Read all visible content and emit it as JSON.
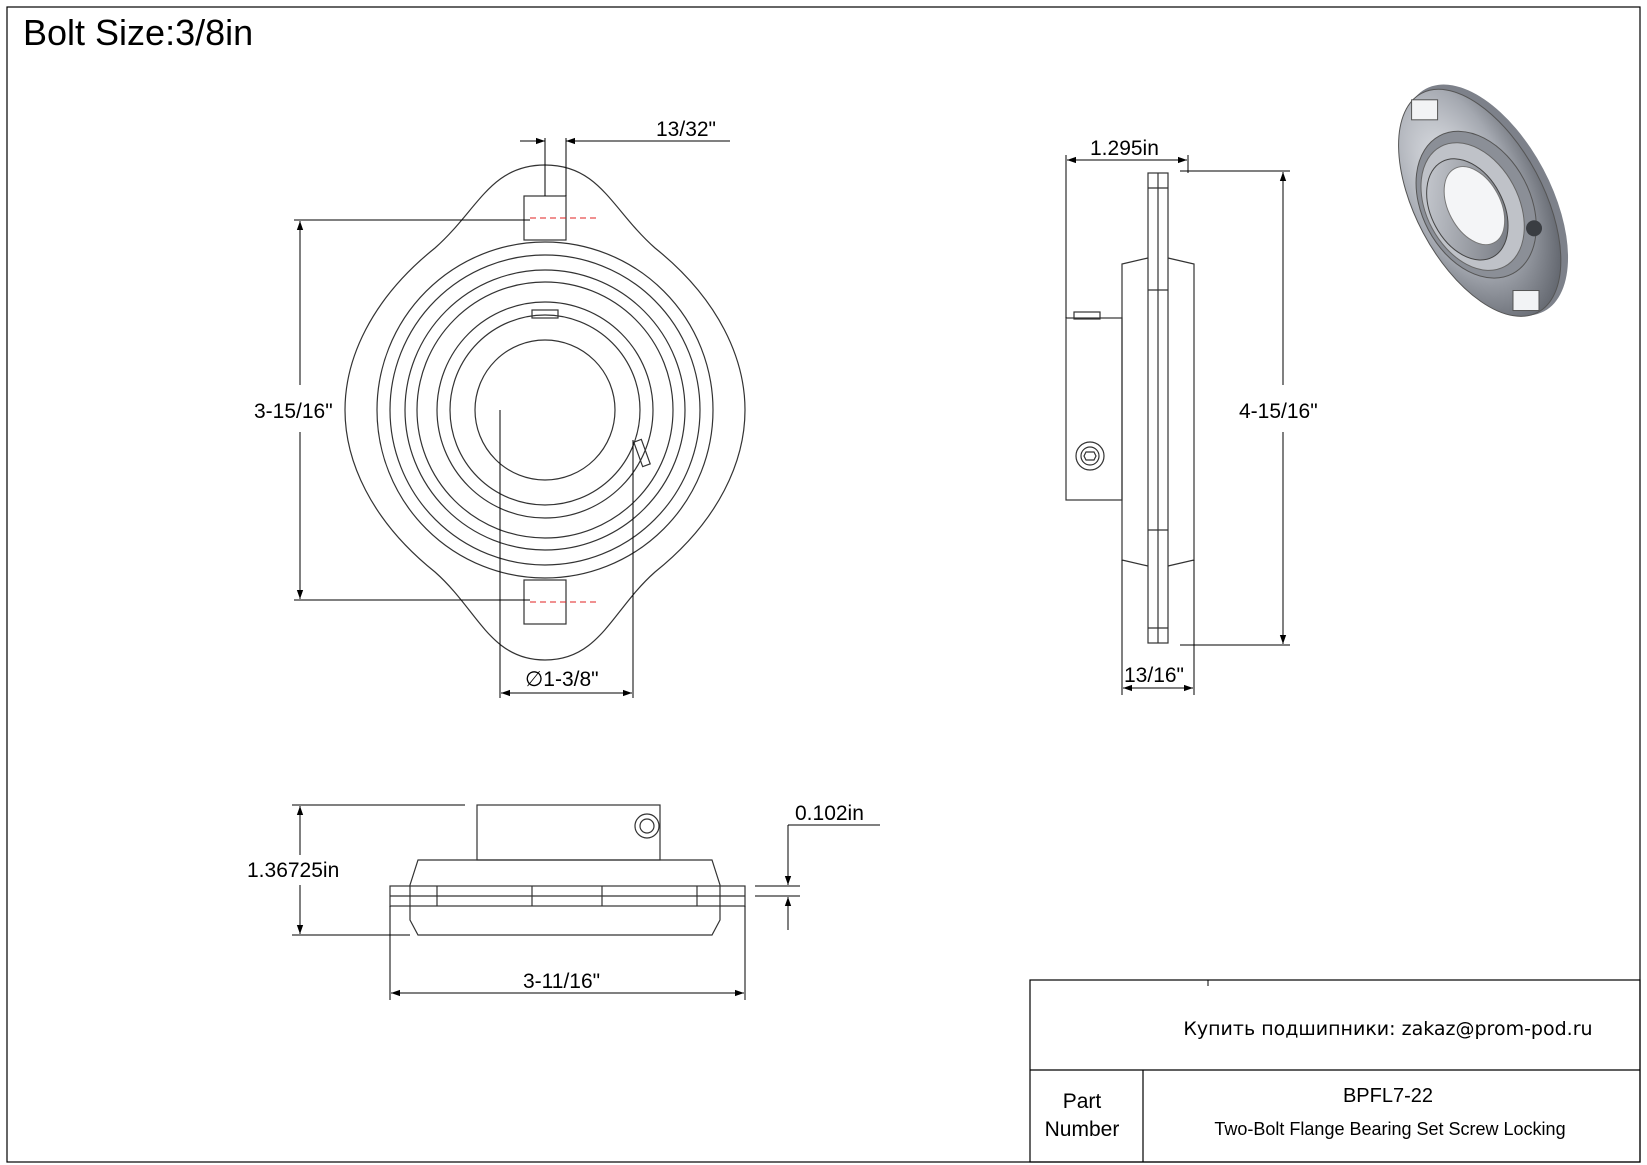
{
  "title": "Bolt Size:3/8in",
  "dimensions": {
    "bolt_hole_width": "13/32\"",
    "bolt_spacing": "3-15/16\"",
    "bore_diameter": "∅1-3/8\"",
    "side_depth": "1.295in",
    "overall_height": "4-15/16\"",
    "flange_thickness": "13/16\"",
    "bottom_height": "1.36725in",
    "plate_thickness": "0.102in",
    "overall_width": "3-11/16\""
  },
  "title_block": {
    "contact": "Купить подшипники: zakaz@prom-pod.ru",
    "part_label_line1": "Part",
    "part_label_line2": "Number",
    "part_number": "BPFL7-22",
    "description": "Two-Bolt Flange Bearing Set Screw Locking"
  },
  "colors": {
    "outline": "#333333",
    "centerline": "#e02020",
    "render_metal": "#9a9ea6"
  }
}
